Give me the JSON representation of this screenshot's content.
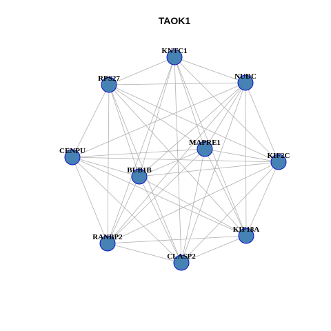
{
  "title": "TAOK1",
  "colors": {
    "node_fill": "#4682B4",
    "node_stroke": "#1010C8",
    "edge": "#B0B0B0",
    "label": "#000000"
  },
  "nodes": [
    {
      "id": "KNTC1",
      "label": "KNTC1"
    },
    {
      "id": "NUDC",
      "label": "NUDC"
    },
    {
      "id": "RPS27",
      "label": "RPS27"
    },
    {
      "id": "MAPRE1",
      "label": "MAPRE1"
    },
    {
      "id": "CENPU",
      "label": "CENPU"
    },
    {
      "id": "KIF2C",
      "label": "KIF2C"
    },
    {
      "id": "BUB1B",
      "label": "BUB1B"
    },
    {
      "id": "KIF18A",
      "label": "KIF18A"
    },
    {
      "id": "RANBP2",
      "label": "RANBP2"
    },
    {
      "id": "CLASP2",
      "label": "CLASP2"
    }
  ],
  "edges": [
    [
      "KNTC1",
      "RPS27"
    ],
    [
      "KNTC1",
      "NUDC"
    ],
    [
      "KNTC1",
      "KIF2C"
    ],
    [
      "KNTC1",
      "MAPRE1"
    ],
    [
      "KNTC1",
      "BUB1B"
    ],
    [
      "KNTC1",
      "KIF18A"
    ],
    [
      "KNTC1",
      "CLASP2"
    ],
    [
      "KNTC1",
      "RANBP2"
    ],
    [
      "RPS27",
      "NUDC"
    ],
    [
      "RPS27",
      "CENPU"
    ],
    [
      "RPS27",
      "MAPRE1"
    ],
    [
      "RPS27",
      "BUB1B"
    ],
    [
      "RPS27",
      "KIF2C"
    ],
    [
      "RPS27",
      "KIF18A"
    ],
    [
      "RPS27",
      "RANBP2"
    ],
    [
      "RPS27",
      "CLASP2"
    ],
    [
      "NUDC",
      "KIF2C"
    ],
    [
      "NUDC",
      "MAPRE1"
    ],
    [
      "NUDC",
      "BUB1B"
    ],
    [
      "NUDC",
      "CENPU"
    ],
    [
      "NUDC",
      "KIF18A"
    ],
    [
      "NUDC",
      "CLASP2"
    ],
    [
      "NUDC",
      "RANBP2"
    ],
    [
      "CENPU",
      "MAPRE1"
    ],
    [
      "CENPU",
      "KIF2C"
    ],
    [
      "CENPU",
      "BUB1B"
    ],
    [
      "CENPU",
      "RANBP2"
    ],
    [
      "CENPU",
      "CLASP2"
    ],
    [
      "CENPU",
      "KIF18A"
    ],
    [
      "MAPRE1",
      "BUB1B"
    ],
    [
      "MAPRE1",
      "KIF2C"
    ],
    [
      "MAPRE1",
      "KIF18A"
    ],
    [
      "MAPRE1",
      "RANBP2"
    ],
    [
      "MAPRE1",
      "CLASP2"
    ],
    [
      "BUB1B",
      "KIF2C"
    ],
    [
      "BUB1B",
      "RANBP2"
    ],
    [
      "BUB1B",
      "CLASP2"
    ],
    [
      "BUB1B",
      "KIF18A"
    ],
    [
      "KIF2C",
      "KIF18A"
    ],
    [
      "KIF2C",
      "RANBP2"
    ],
    [
      "KIF2C",
      "CLASP2"
    ],
    [
      "KIF18A",
      "CLASP2"
    ],
    [
      "KIF18A",
      "RANBP2"
    ],
    [
      "RANBP2",
      "CLASP2"
    ]
  ]
}
